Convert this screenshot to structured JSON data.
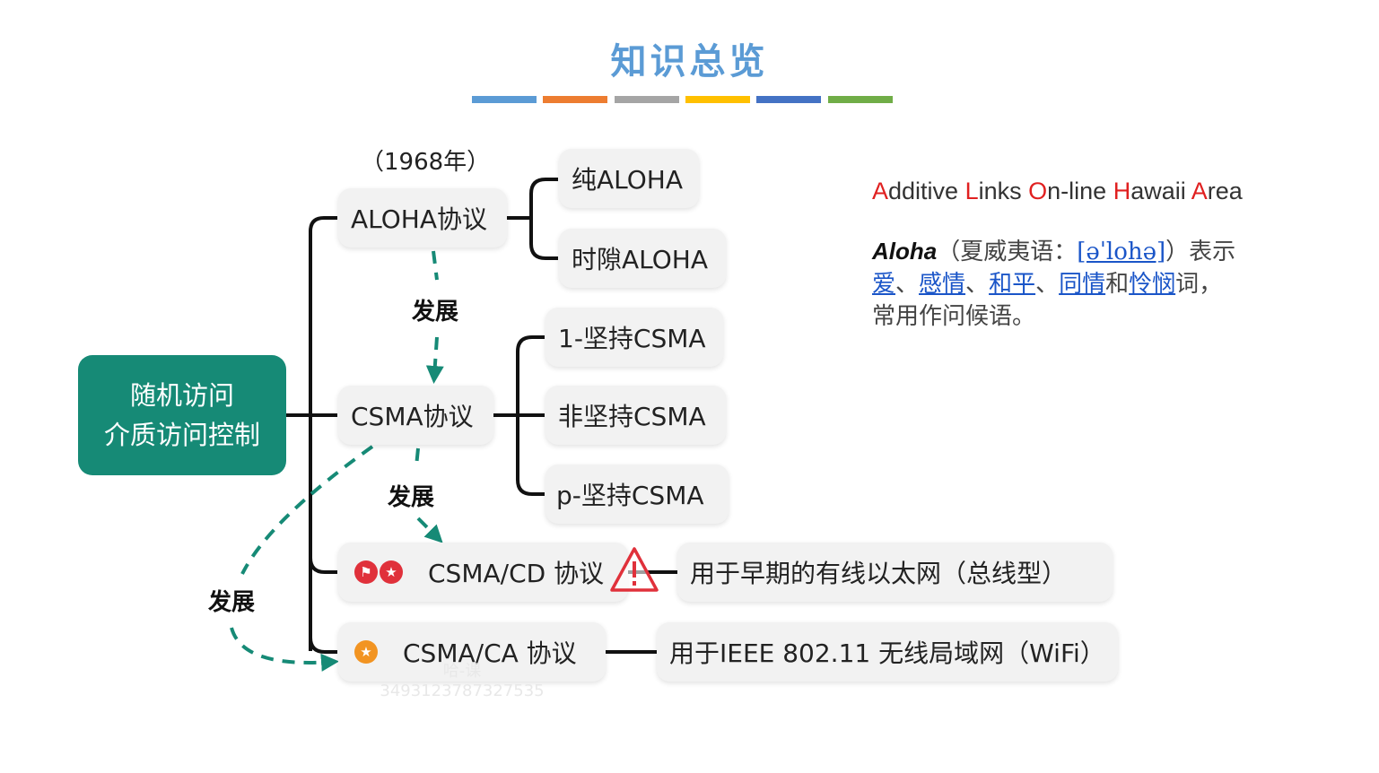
{
  "title": "知识总览",
  "color_bars": [
    "#5b9bd5",
    "#ed7d31",
    "#a5a5a5",
    "#ffc000",
    "#4472c4",
    "#70ad47"
  ],
  "root": {
    "line1": "随机访问",
    "line2": "介质访问控制",
    "color": "#168a76"
  },
  "aloha": {
    "year": "（1968年）",
    "label": "ALOHA协议",
    "children": [
      "纯ALOHA",
      "时隙ALOHA"
    ]
  },
  "csma": {
    "label": "CSMA协议",
    "children": [
      "1-坚持CSMA",
      "非坚持CSMA",
      "p-坚持CSMA"
    ]
  },
  "csma_cd": {
    "label": "CSMA/CD 协议",
    "use": "用于早期的有线以太网（总线型）",
    "icons": [
      "flag-icon",
      "star-icon",
      "warning-icon"
    ]
  },
  "csma_ca": {
    "label": "CSMA/CA 协议",
    "use": "用于IEEE 802.11 无线局域网（WiFi）",
    "icons": [
      "star-icon"
    ]
  },
  "evolve_labels": [
    "发展",
    "发展",
    "发展"
  ],
  "acronym": {
    "parts": [
      {
        "cap": "A",
        "rest": "dditive "
      },
      {
        "cap": "L",
        "rest": "inks "
      },
      {
        "cap": "O",
        "rest": "n-line "
      },
      {
        "cap": "H",
        "rest": "awaii "
      },
      {
        "cap": "A",
        "rest": "rea"
      }
    ]
  },
  "definition": {
    "term": "Aloha",
    "paren_open": "（夏威夷语：",
    "ipa": "[əˈlohə]",
    "paren_close": "）表示",
    "links": [
      "爱",
      "感情",
      "和平",
      "同情",
      "怜悯"
    ],
    "sep1": "、",
    "sep2": "、",
    "sep3": "、",
    "and": "和",
    "tail": "词，",
    "line3": "常用作问候语。"
  },
  "watermark": {
    "line1": "哈-课",
    "line2": "3493123787327535"
  }
}
